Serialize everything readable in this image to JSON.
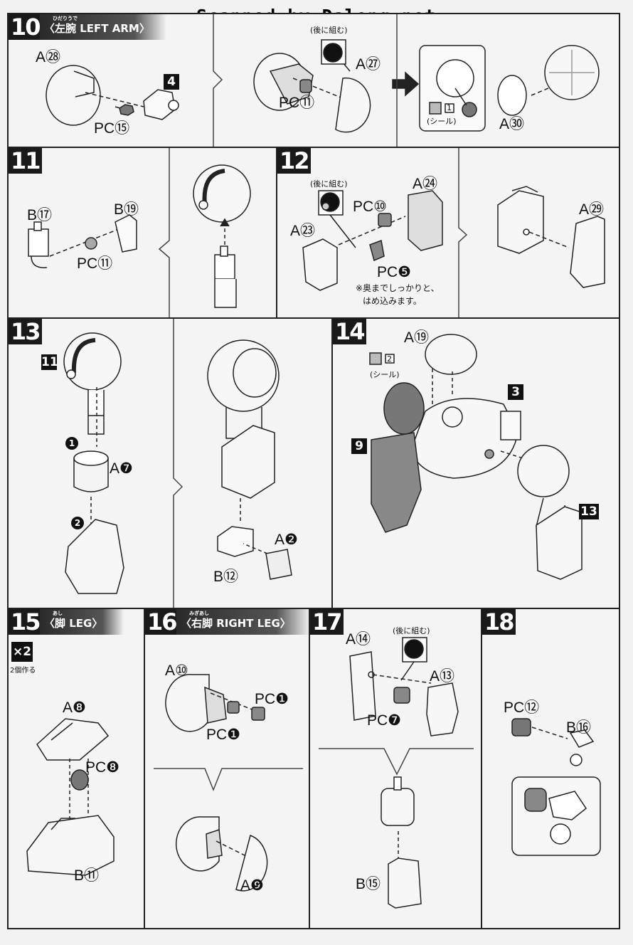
{
  "watermark": "Scanned by Dalong.net",
  "steps": {
    "s10": {
      "num": "10",
      "title": "〈左腕 LEFT ARM〉",
      "ruby": "ひだりうで",
      "parts": {
        "a28": "A㉘",
        "box4": "4",
        "pc15": "PC⑮",
        "later": "(後に組む)",
        "a27": "A㉗",
        "pc11": "PC⑪",
        "a30": "A㉚",
        "sticker_no": "1",
        "sticker": "(シール)"
      }
    },
    "s11": {
      "num": "11",
      "parts": {
        "b17": "B⑰",
        "b19": "B⑲",
        "pc11": "PC⑪"
      }
    },
    "s12": {
      "num": "12",
      "parts": {
        "later": "(後に組む)",
        "pc10": "PC⑩",
        "a24": "A㉔",
        "a23": "A㉓",
        "pc5": "PC❺",
        "note1": "※奥までしっかりと、",
        "note2": "はめ込みます。",
        "a29": "A㉙"
      }
    },
    "s13": {
      "num": "13",
      "parts": {
        "box11": "11",
        "c1": "1",
        "a7": "A❼",
        "c2": "2",
        "a2": "A❷",
        "b12": "B⑫"
      }
    },
    "s14": {
      "num": "14",
      "parts": {
        "a19": "A⑲",
        "sticker_no": "2",
        "sticker": "(シール)",
        "box3": "3",
        "box9": "9",
        "box13": "13"
      }
    },
    "s15": {
      "num": "15",
      "title": "〈脚 LEG〉",
      "ruby": "あし",
      "parts": {
        "x2": "×2",
        "x2note": "2個作る",
        "a8": "A❽",
        "pc8": "PC❽",
        "b11": "B⑪"
      }
    },
    "s16": {
      "num": "16",
      "title": "〈右脚 RIGHT LEG〉",
      "ruby": "みぎあし",
      "parts": {
        "a10": "A⑩",
        "pc1a": "PC❶",
        "pc1b": "PC❶",
        "a9": "A❾"
      }
    },
    "s17": {
      "num": "17",
      "parts": {
        "a14": "A⑭",
        "later": "(後に組む)",
        "a13": "A⑬",
        "pc7": "PC❼",
        "b15": "B⑮"
      }
    },
    "s18": {
      "num": "18",
      "parts": {
        "pc12": "PC⑫",
        "b16": "B⑯"
      }
    }
  }
}
